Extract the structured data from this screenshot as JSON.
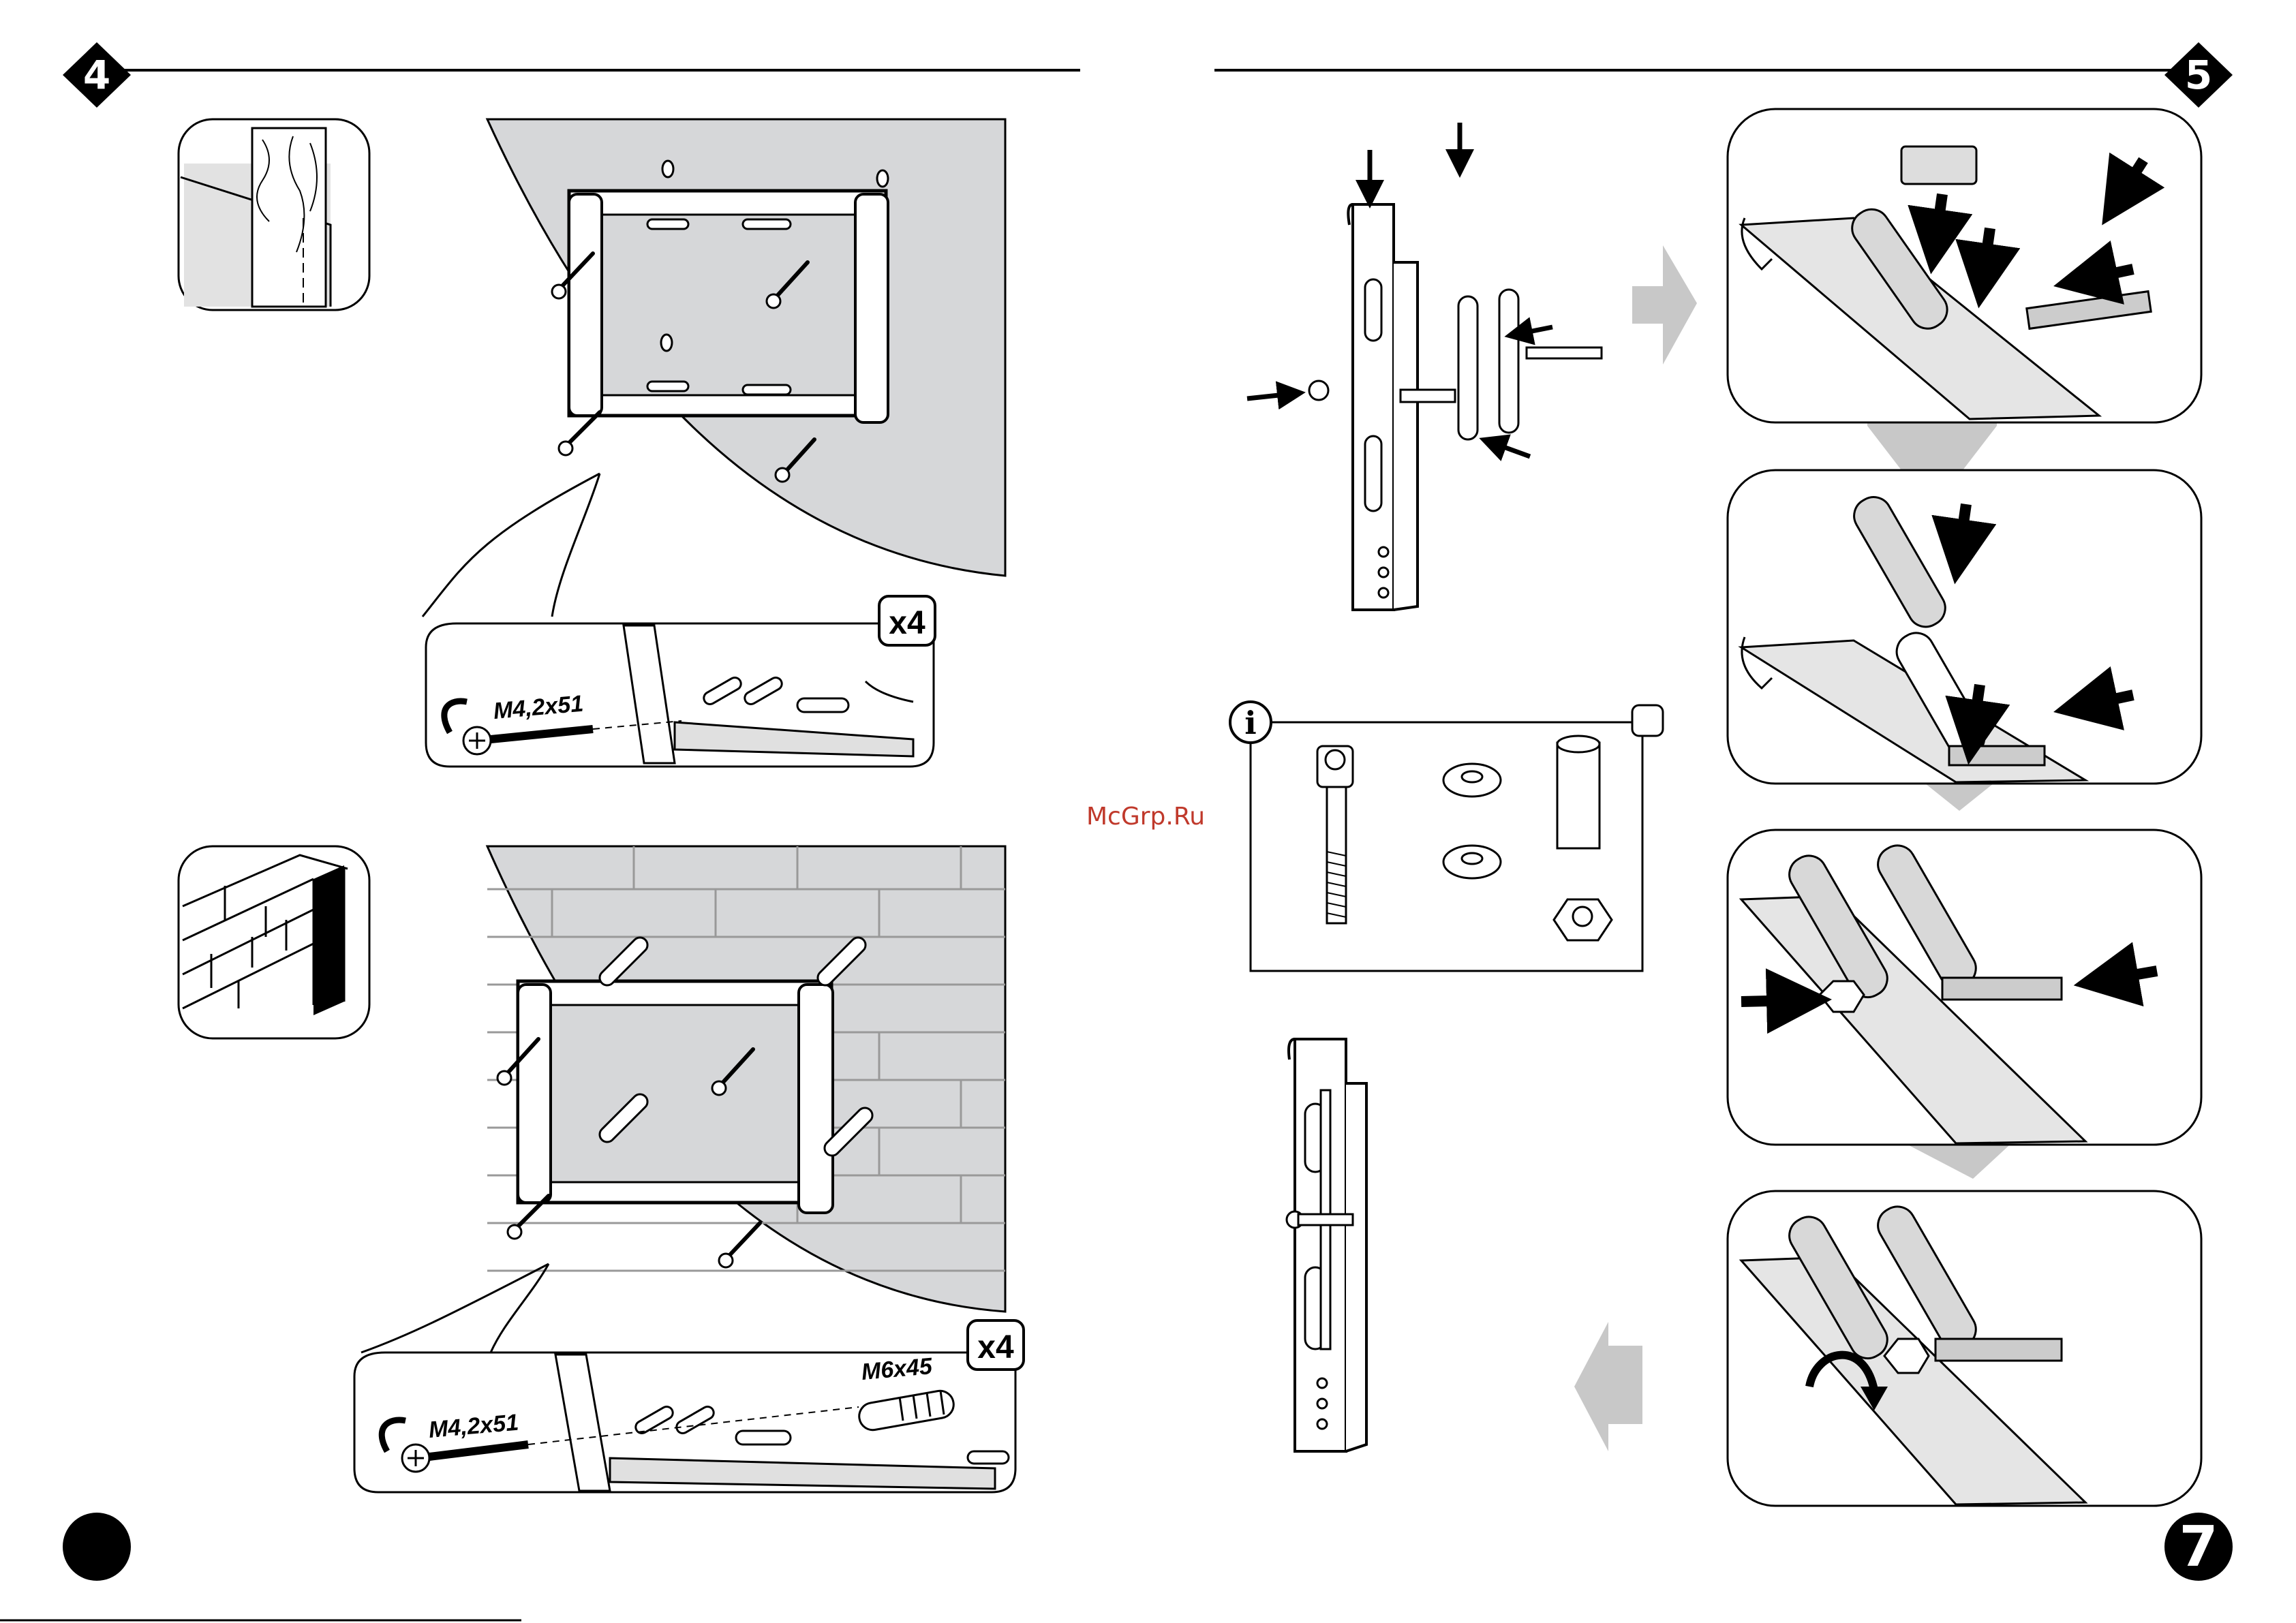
{
  "left_page": {
    "step_number": "4",
    "install_wood": {
      "screw_label": "M4,2x51",
      "quantity": "x4"
    },
    "install_brick": {
      "screw_label": "M4,2x51",
      "anchor_label": "M6x45",
      "quantity": "x4"
    }
  },
  "right_page": {
    "step_number": "5",
    "info_icon": "i",
    "page_number": "7"
  },
  "watermark": "McGrp.Ru",
  "colors": {
    "wall": "#d6d7d9",
    "arrow_gray": "#c8c8c8",
    "black": "#000000"
  }
}
